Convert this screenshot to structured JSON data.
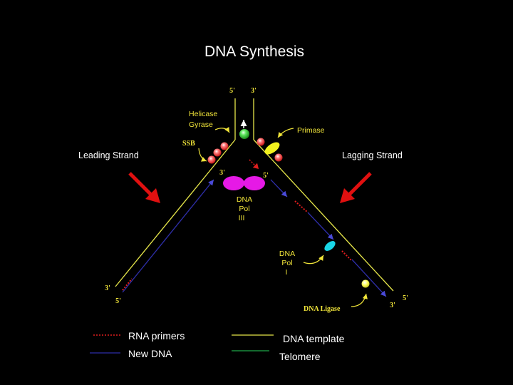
{
  "title": "DNA Synthesis",
  "labels": {
    "leading_strand": "Leading Strand",
    "lagging_strand": "Lagging Strand",
    "helicase_line1": "Helicase",
    "helicase_line2": "Gyrase",
    "primase": "Primase",
    "ssb": "SSB",
    "pol3_line1": "DNA",
    "pol3_line2": "Pol",
    "pol3_line3": "III",
    "pol1_line1": "DNA",
    "pol1_line2": "Pol",
    "pol1_line3": "I",
    "ligase": "DNA Ligase",
    "top_5prime": "5'",
    "top_3prime": "3'",
    "fork_3prime": "3'",
    "fork_5prime": "5'",
    "left_3prime": "3'",
    "left_5prime": "5'",
    "right_5prime": "5'",
    "right_3prime": "3'"
  },
  "legend": {
    "rna_primers": "RNA primers",
    "new_dna": "New DNA",
    "dna_template": "DNA template",
    "telomere": "Telomere"
  },
  "colors": {
    "background": "#000000",
    "template": "#e6e64a",
    "new_dna": "#2e2ea8",
    "rna_primer": "#e01e1e",
    "telomere": "#1fa84a",
    "pol3": "#e619e6",
    "pol1": "#19d6e6",
    "ligase": "#f2f24a",
    "helicase": "#2ed62e",
    "ssb": "#e62626",
    "primase": "#f2f21e",
    "label_yellow": "#f2e63a",
    "arrow_red": "#e01010"
  }
}
